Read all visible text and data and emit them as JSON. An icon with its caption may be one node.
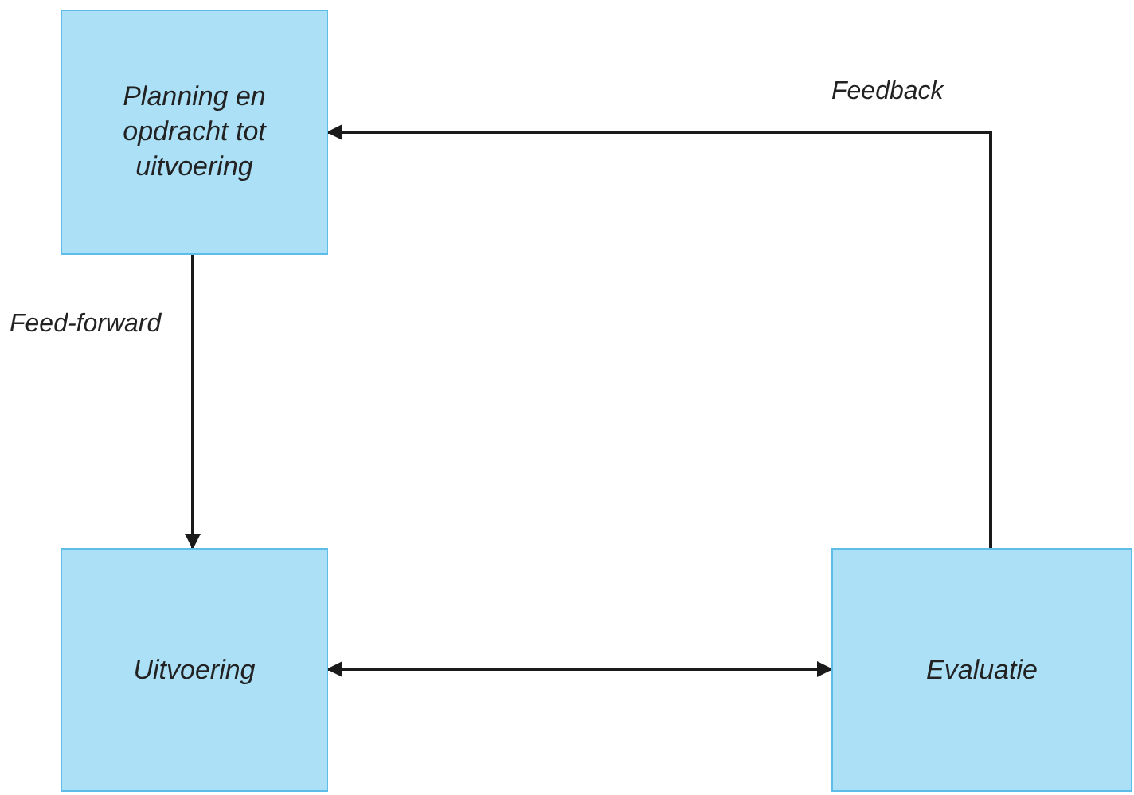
{
  "diagram": {
    "nodes": [
      {
        "text": [
          "Planning en opdracht tot uitvoering"
        ]
      },
      {
        "text": [
          "Uitvoering"
        ]
      },
      {
        "text": [
          "Evaluatie"
        ]
      }
    ],
    "edges": [
      {
        "from": 0,
        "to": 1,
        "arrow": "to",
        "label": "Feed-forward"
      },
      {
        "from": 1,
        "to": 2,
        "arrow": "both"
      },
      {
        "from": 2,
        "to": 0,
        "arrow": "to",
        "label": "Feedback"
      }
    ]
  }
}
